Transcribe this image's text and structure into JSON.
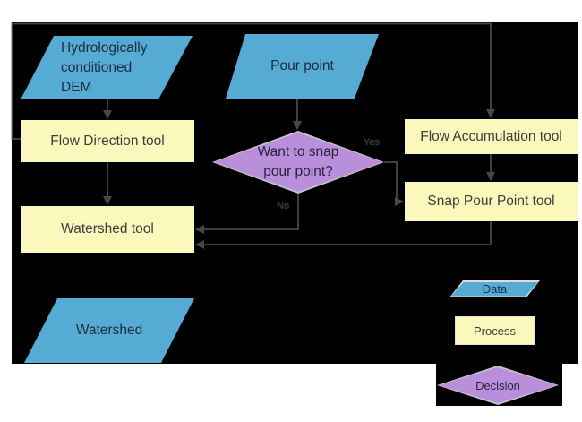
{
  "diagram": {
    "nodes": {
      "dem": {
        "label": "Hydrologically conditioned DEM",
        "type": "data"
      },
      "pour_point": {
        "label": "Pour point",
        "type": "data"
      },
      "flow_direction": {
        "label": "Flow Direction tool",
        "type": "process"
      },
      "flow_accumulation": {
        "label": "Flow Accumulation tool",
        "type": "process"
      },
      "snap_pour_point": {
        "label": "Snap Pour Point tool",
        "type": "process"
      },
      "decision_snap": {
        "label": "Want to snap pour point?",
        "type": "decision"
      },
      "watershed_tool": {
        "label": "Watershed tool",
        "type": "process"
      },
      "watershed": {
        "label": "Watershed",
        "type": "data"
      }
    },
    "edge_labels": {
      "yes": "Yes",
      "no": "No"
    },
    "legend": {
      "data": "Data",
      "process": "Process",
      "decision": "Decision"
    },
    "colors": {
      "canvas_background": "#000000",
      "data_fill": "#55abd4",
      "process_fill": "#fbf8bb",
      "decision_fill": "#b98fdb",
      "decision_border": "#c6c6c6",
      "connector": "#474747",
      "edge_label_color": "#1f3864"
    }
  }
}
